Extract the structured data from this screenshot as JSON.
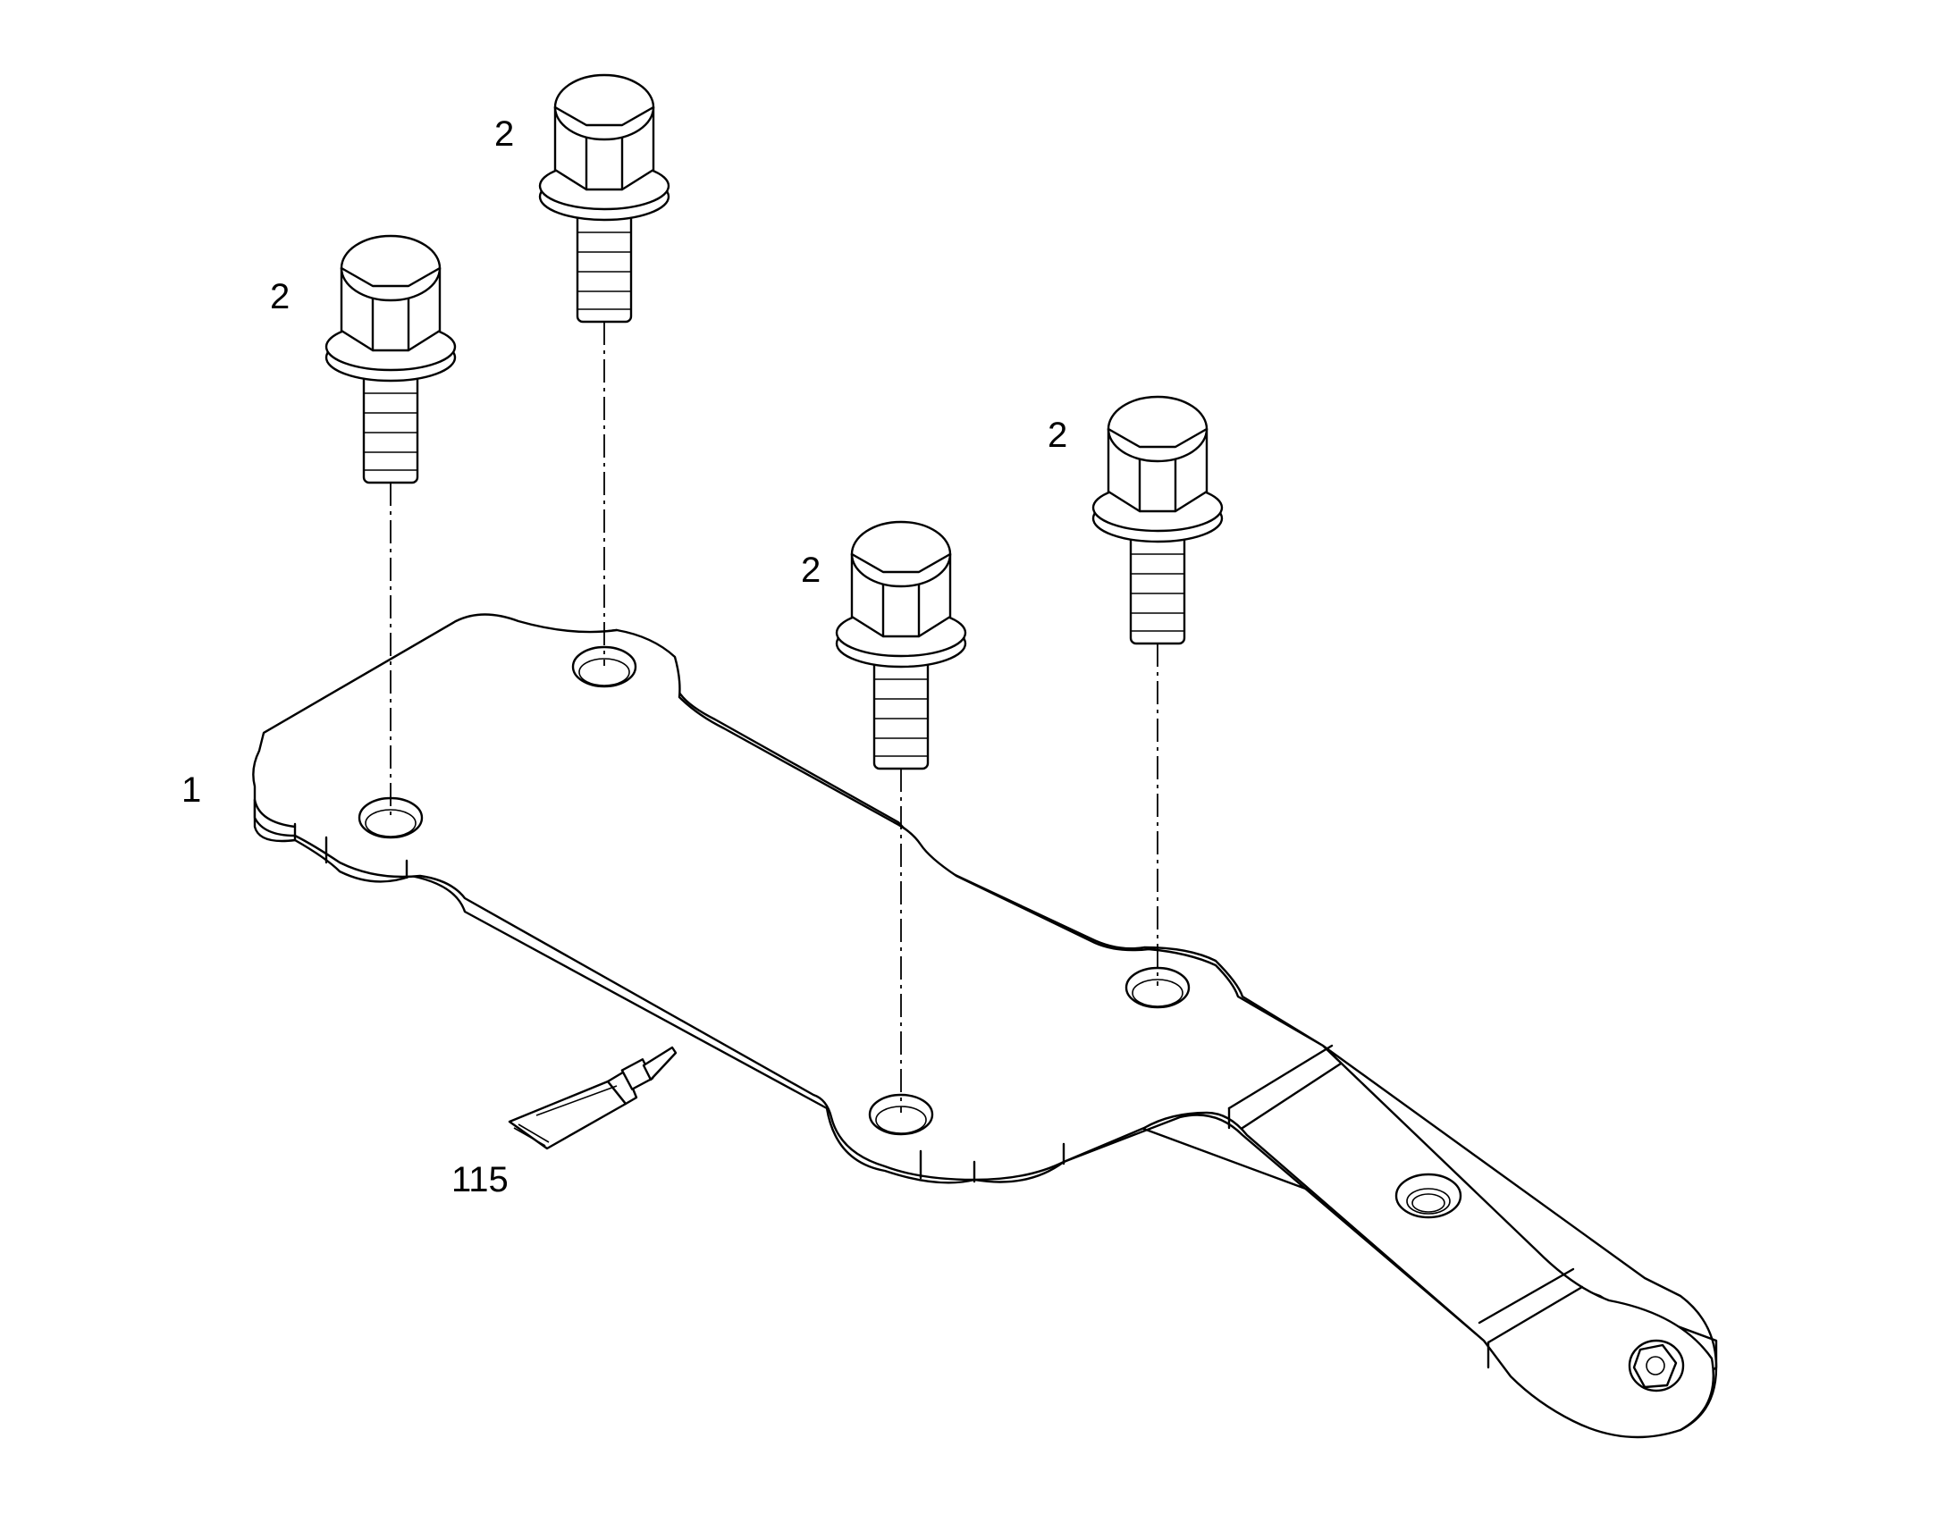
{
  "callouts": {
    "bracket": "1",
    "bolt_a": "2",
    "bolt_b": "2",
    "bolt_c": "2",
    "bolt_d": "2",
    "adhesive": "115"
  }
}
